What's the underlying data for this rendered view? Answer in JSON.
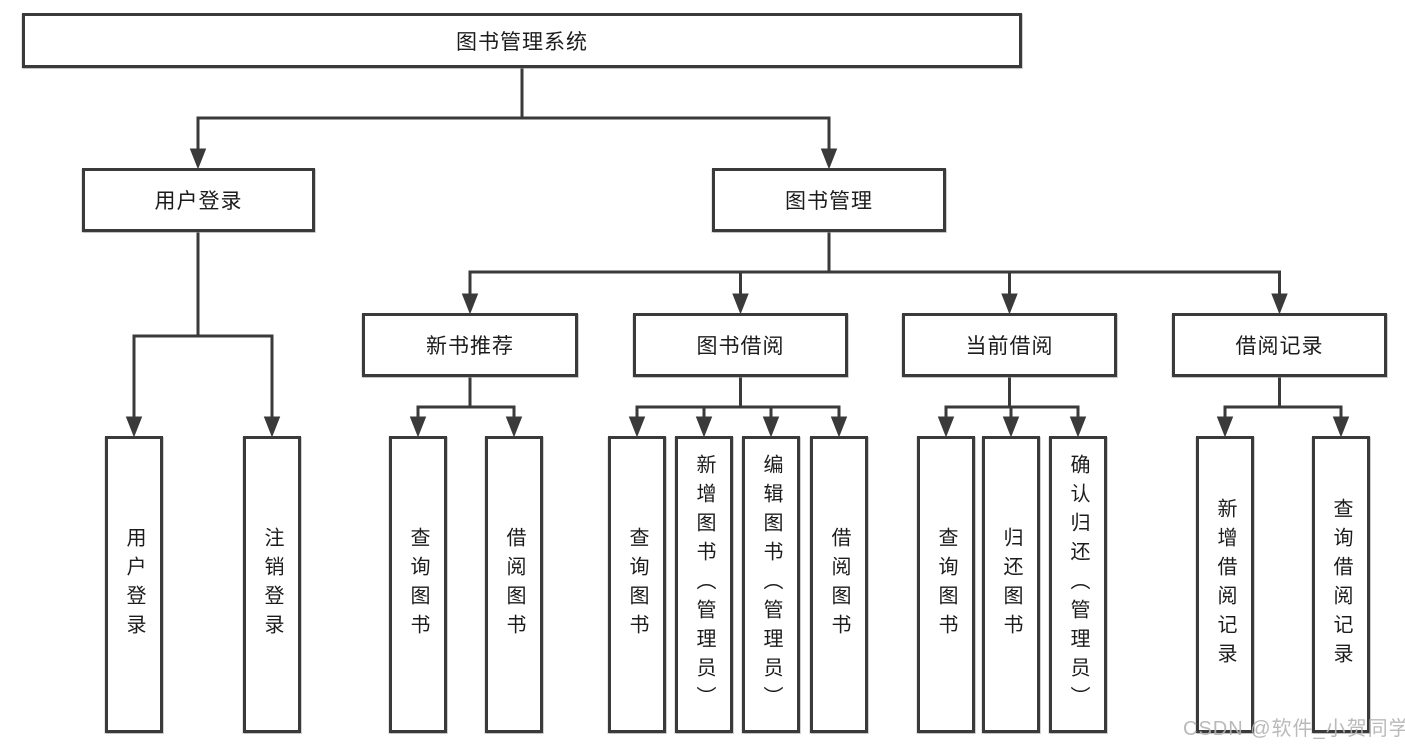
{
  "diagram": {
    "root": {
      "label": "图书管理系统"
    },
    "level2": [
      {
        "label": "用户登录"
      },
      {
        "label": "图书管理"
      }
    ],
    "level3": [
      {
        "label": "新书推荐",
        "parent": "图书管理"
      },
      {
        "label": "图书借阅",
        "parent": "图书管理"
      },
      {
        "label": "当前借阅",
        "parent": "图书管理"
      },
      {
        "label": "借阅记录",
        "parent": "图书管理"
      }
    ],
    "leaves": [
      {
        "label": "用户登录",
        "parent": "用户登录"
      },
      {
        "label": "注销登录",
        "parent": "用户登录"
      },
      {
        "label": "查询图书",
        "parent": "新书推荐"
      },
      {
        "label": "借阅图书",
        "parent": "新书推荐"
      },
      {
        "label": "查询图书",
        "parent": "图书借阅"
      },
      {
        "label": "新增图书（管理员）",
        "parent": "图书借阅"
      },
      {
        "label": "编辑图书（管理员）",
        "parent": "图书借阅"
      },
      {
        "label": "借阅图书",
        "parent": "图书借阅"
      },
      {
        "label": "查询图书",
        "parent": "当前借阅"
      },
      {
        "label": "归还图书",
        "parent": "当前借阅"
      },
      {
        "label": "确认归还（管理员）",
        "parent": "当前借阅"
      },
      {
        "label": "新增借阅记录",
        "parent": "借阅记录"
      },
      {
        "label": "查询借阅记录",
        "parent": "借阅记录"
      }
    ]
  },
  "watermark": {
    "text": "CSDN @软件_小贺同学"
  },
  "colors": {
    "line": "#3a3a3a",
    "box_border": "#3a3a3a",
    "box_fill": "#ffffff",
    "text": "#1c1c1c",
    "watermark": "#b3b3b3",
    "background": "#ffffff"
  }
}
